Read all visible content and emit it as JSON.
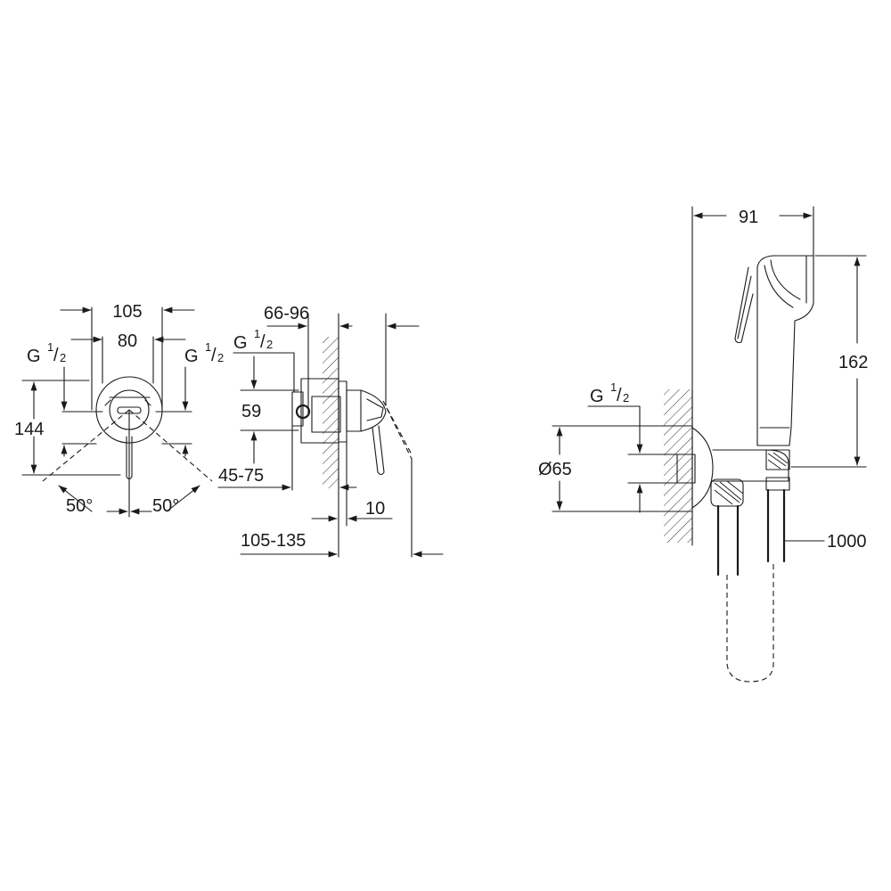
{
  "front_view": {
    "dim_width_outer": "105",
    "dim_width_inner": "80",
    "dim_height": "144",
    "angle_left": "50°",
    "angle_right": "50°",
    "thread_left": {
      "main": "G",
      "num": "1",
      "den": "2"
    },
    "thread_right": {
      "main": "G",
      "num": "1",
      "den": "2"
    }
  },
  "side_view": {
    "dim_depth_range": "66-96",
    "dim_inlet_height": "59",
    "dim_recess_range": "45-75",
    "dim_plate": "10",
    "dim_total_range": "105-135",
    "thread": {
      "main": "G",
      "num": "1",
      "den": "2"
    }
  },
  "handshower_view": {
    "dim_width": "91",
    "dim_height": "162",
    "dim_diameter": "Ø65",
    "dim_hose_length": "1000",
    "thread": {
      "main": "G",
      "num": "1",
      "den": "2"
    }
  }
}
